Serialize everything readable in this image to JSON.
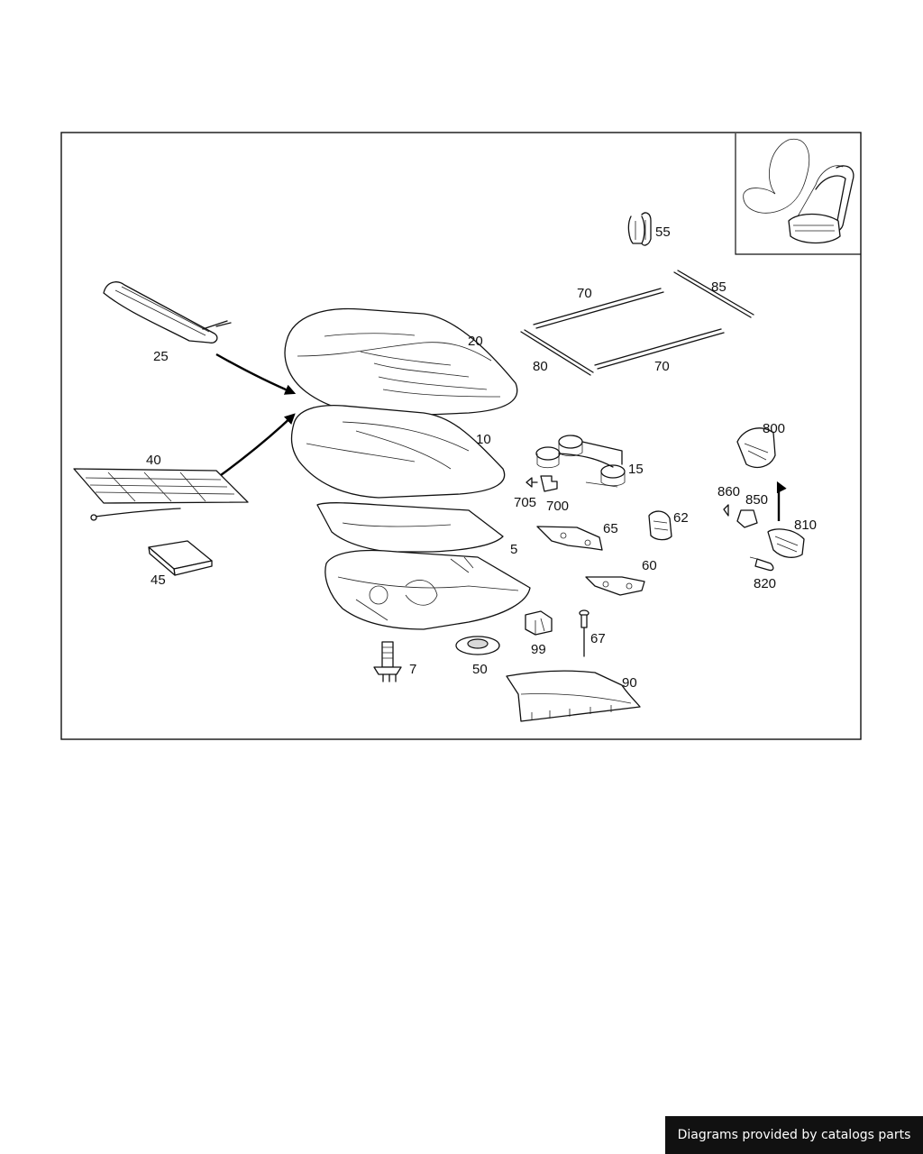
{
  "credit": "Diagrams provided by catalogs parts",
  "callouts": {
    "c5": "5",
    "c7": "7",
    "c10": "10",
    "c15": "15",
    "c20": "20",
    "c25": "25",
    "c40": "40",
    "c45": "45",
    "c50": "50",
    "c55": "55",
    "c60": "60",
    "c62": "62",
    "c65": "65",
    "c67": "67",
    "c70a": "70",
    "c70b": "70",
    "c80": "80",
    "c85": "85",
    "c90": "90",
    "c99": "99",
    "c700": "700",
    "c705": "705",
    "c800": "800",
    "c810": "810",
    "c820": "820",
    "c850": "850",
    "c860": "860"
  }
}
